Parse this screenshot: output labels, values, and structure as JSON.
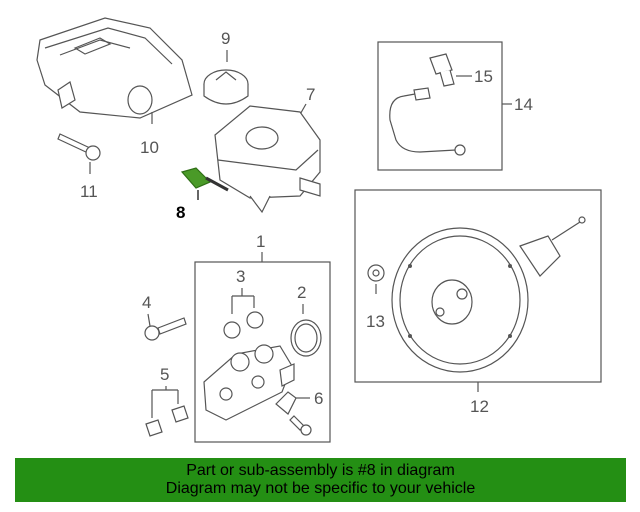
{
  "callouts": {
    "c1": "1",
    "c2": "2",
    "c3": "3",
    "c4": "4",
    "c5": "5",
    "c6": "6",
    "c7": "7",
    "c8": "8",
    "c9": "9",
    "c10": "10",
    "c11": "11",
    "c12": "12",
    "c13": "13",
    "c14": "14",
    "c15": "15"
  },
  "highlight_part": "8",
  "colors": {
    "banner_bg": "#248f14",
    "highlight_part": "#4a9a28"
  },
  "banner": {
    "line1": "Part or sub-assembly is #8 in diagram",
    "line2": "Diagram may not be specific to your vehicle"
  }
}
